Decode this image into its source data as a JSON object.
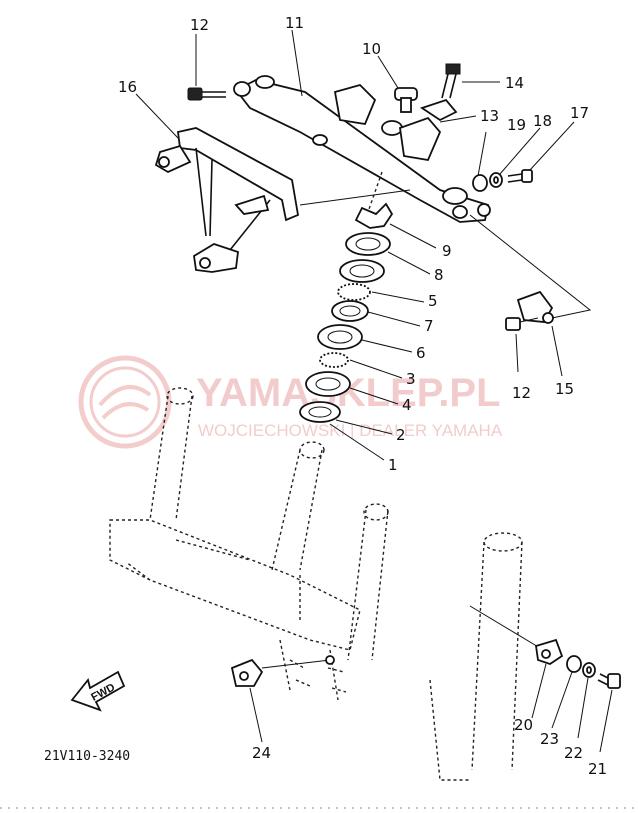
{
  "diagram": {
    "drawing_code": "21V110-3240",
    "watermark": {
      "brand": "YAMASKLEP.PL",
      "subtitle": "WOJCIECHOWSKI | DEALER YAMAHA",
      "color": "#e9a3a3"
    },
    "fwd_label": "FWD",
    "callouts": [
      {
        "id": "c12a",
        "label": "12"
      },
      {
        "id": "c11",
        "label": "11"
      },
      {
        "id": "c10",
        "label": "10"
      },
      {
        "id": "c14",
        "label": "14"
      },
      {
        "id": "c16",
        "label": "16"
      },
      {
        "id": "c13",
        "label": "13"
      },
      {
        "id": "c19",
        "label": "19"
      },
      {
        "id": "c18",
        "label": "18"
      },
      {
        "id": "c17",
        "label": "17"
      },
      {
        "id": "c9",
        "label": "9"
      },
      {
        "id": "c8",
        "label": "8"
      },
      {
        "id": "c5",
        "label": "5"
      },
      {
        "id": "c7",
        "label": "7"
      },
      {
        "id": "c6",
        "label": "6"
      },
      {
        "id": "c3",
        "label": "3"
      },
      {
        "id": "c4",
        "label": "4"
      },
      {
        "id": "c2",
        "label": "2"
      },
      {
        "id": "c1",
        "label": "1"
      },
      {
        "id": "c12b",
        "label": "12"
      },
      {
        "id": "c15",
        "label": "15"
      },
      {
        "id": "c20",
        "label": "20"
      },
      {
        "id": "c23",
        "label": "23"
      },
      {
        "id": "c22",
        "label": "22"
      },
      {
        "id": "c21",
        "label": "21"
      },
      {
        "id": "c24",
        "label": "24"
      }
    ]
  }
}
